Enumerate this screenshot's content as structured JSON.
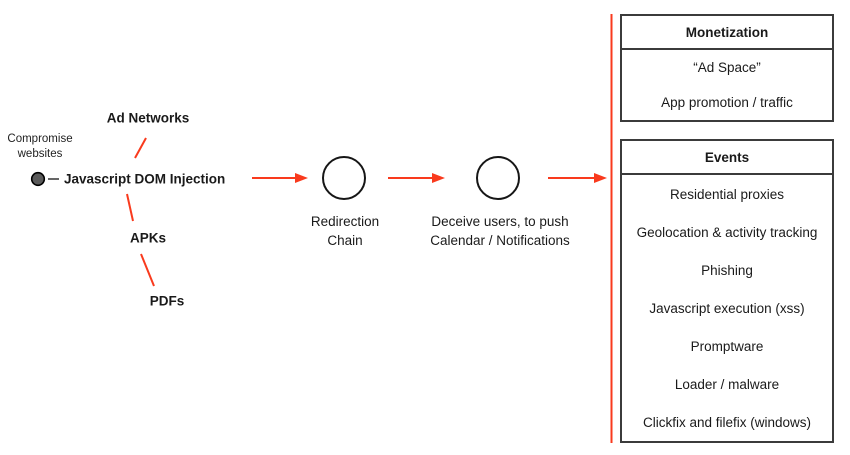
{
  "diagram": {
    "source": {
      "caption": "Compromise\nwebsites",
      "node_label": "Javascript DOM Injection",
      "branches": [
        "Ad Networks",
        "APKs",
        "PDFs"
      ]
    },
    "steps": [
      {
        "label": "Redirection\nChain"
      },
      {
        "label": "Deceive users, to push\nCalendar / Notifications"
      }
    ],
    "boxes": [
      {
        "title": "Monetization",
        "items": [
          "“Ad Space”",
          "App promotion / traffic"
        ]
      },
      {
        "title": "Events",
        "items": [
          "Residential proxies",
          "Geolocation & activity tracking",
          "Phishing",
          "Javascript execution (xss)",
          "Promptware",
          "Loader / malware",
          "Clickfix and filefix (windows)"
        ]
      }
    ]
  },
  "colors": {
    "accent_red": "#f93a1d",
    "border_dark": "#3b3b3b",
    "node_fill": "#5a5a5a"
  }
}
